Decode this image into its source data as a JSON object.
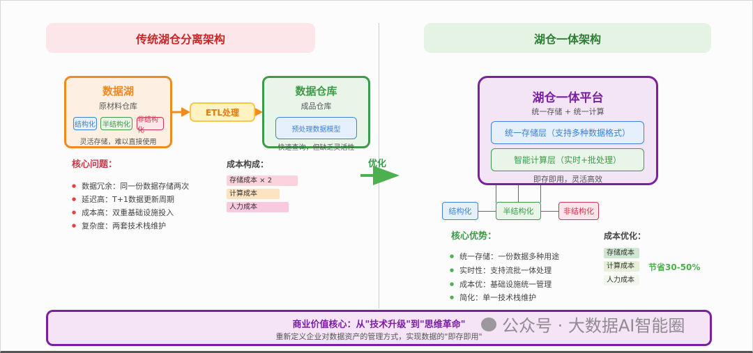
{
  "left": {
    "title": "传统湖仓分离架构",
    "lake": {
      "title": "数据湖",
      "subtitle": "原材料仓库",
      "tags": [
        "结构化",
        "半结构化",
        "非结构化"
      ],
      "note": "灵活存储，难以直接使用"
    },
    "etl": "ETL处理",
    "warehouse": {
      "title": "数据仓库",
      "subtitle": "成品仓库",
      "inner": "预处理数据模型",
      "note": "快速查询，但缺乏灵活性"
    },
    "problems_title": "核心问题：",
    "problems": [
      "数据冗余：同一份数据存储两次",
      "延迟高：T+1数据更新周期",
      "成本高：双重基础设施投入",
      "复杂度：两套技术栈维护"
    ],
    "cost_title": "成本构成：",
    "costs": [
      "存储成本 × 2",
      "计算成本",
      "人力成本"
    ]
  },
  "arrow_label": "优化",
  "right": {
    "title": "湖仓一体架构",
    "platform": {
      "title": "湖仓一体平台",
      "subtitle": "统一存储 + 统一计算",
      "storage": "统一存储层（支持多种数据格式）",
      "compute": "智能计算层（实时+批处理）",
      "note": "即存即用，灵活高效"
    },
    "tags": [
      "结构化",
      "半结构化",
      "非结构化"
    ],
    "adv_title": "核心优势：",
    "advantages": [
      "统一存储：一份数据多种用途",
      "实时性：支持流批一体处理",
      "成本优：基础设施统一管理",
      "简化：单一技术栈维护"
    ],
    "cost_title": "成本优化：",
    "costs": [
      "存储成本",
      "计算成本",
      "人力成本"
    ],
    "saving": "节省30-50%"
  },
  "banner": {
    "title": "商业价值核心：从\"技术升级\"到\"思维革命\"",
    "subtitle": "重新定义企业对数据资产的管理方式，实现数据的\"即存即用\""
  },
  "watermark": "公众号 · 大数据AI智能圈",
  "colors": {
    "orange": "#f0891f",
    "green": "#3d9a4a",
    "purple": "#7a1fa2",
    "red": "#d0364a",
    "blue": "#3b82d6"
  }
}
